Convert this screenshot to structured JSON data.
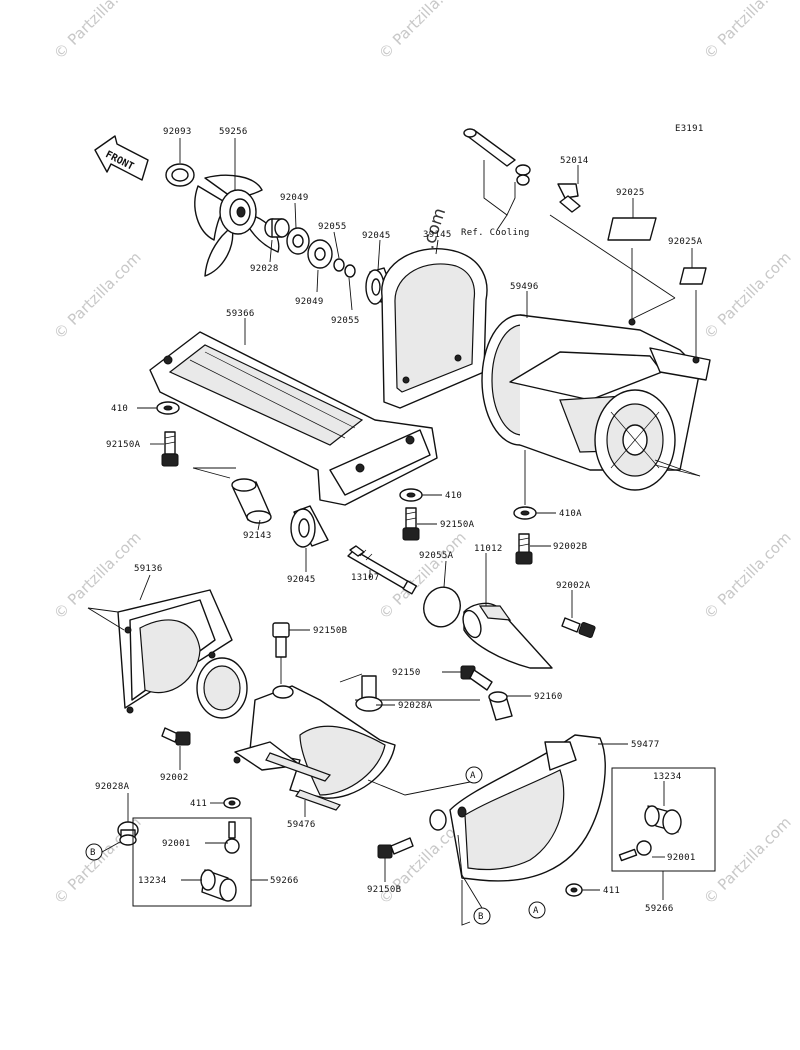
{
  "diagram_code": "E3191",
  "front_label": "FRONT",
  "ref_label": "Ref. Cooling",
  "watermark": "© Partzilla.com",
  "watermark_center": "© Partzilla.com",
  "callout_a": "A",
  "callout_b": "B",
  "labels": {
    "l92093": "92093",
    "l59256": "59256",
    "l92049a": "92049",
    "l92055a": "92055",
    "l92045a": "92045",
    "l39145": "39145",
    "l92028": "92028",
    "l92049b": "92049",
    "l92055b": "92055",
    "l52014": "52014",
    "l92025": "92025",
    "l92025A": "92025A",
    "l59496": "59496",
    "l59366": "59366",
    "l410a": "410",
    "l92150A1": "92150A",
    "l410b": "410",
    "l92150A2": "92150A",
    "l410A": "410A",
    "l92143": "92143",
    "l92055A": "92055A",
    "l92002B": "92002B",
    "l92045b": "92045",
    "l11012": "11012",
    "l59136": "59136",
    "l13107": "13107",
    "l92002A": "92002A",
    "l92150B1": "92150B",
    "l92150": "92150",
    "l92160": "92160",
    "l92028A1": "92028A",
    "l59477": "59477",
    "l92002": "92002",
    "l92028A2": "92028A",
    "l411a": "411",
    "l59476": "59476",
    "l13234a": "13234",
    "l92001a": "92001",
    "l92001b": "92001",
    "l13234b": "13234",
    "l59266a": "59266",
    "l92150B2": "92150B",
    "l411b": "411",
    "l59266b": "59266"
  }
}
